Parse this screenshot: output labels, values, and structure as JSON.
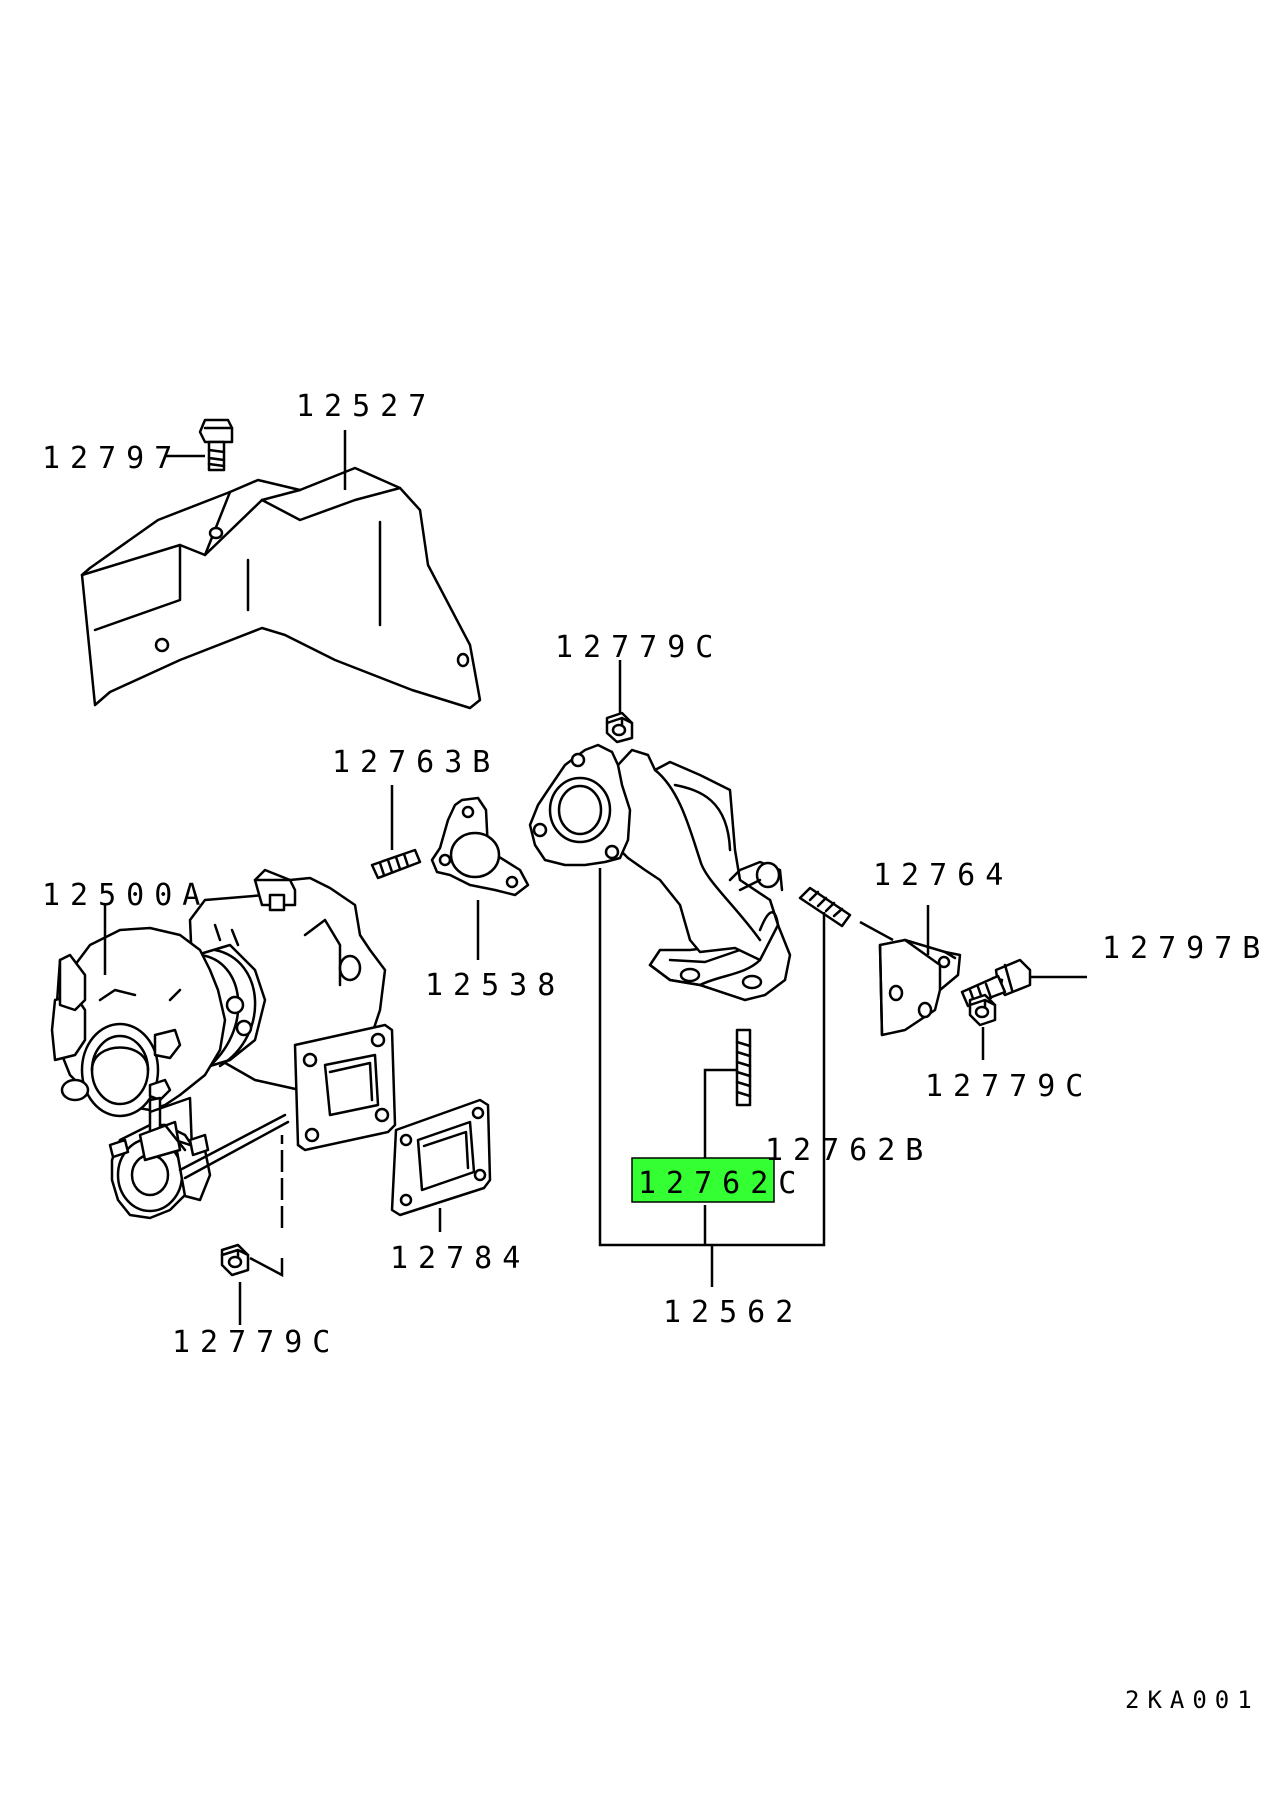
{
  "diagram": {
    "highlight_color": "#33ff33",
    "callouts": {
      "heat_shield": "12527",
      "shield_bolt": "12797",
      "turbocharger": "12500A",
      "stud_left": "12763B",
      "gasket_round": "12538",
      "gasket_square": "12784",
      "nut_bottom": "12779C",
      "nut_top": "12779C",
      "exhaust_elbow": "12562",
      "stud_highlighted": "12762C",
      "stud_right": "12762B",
      "bracket": "12764",
      "bracket_bolt": "12797B",
      "nut_right": "12779C"
    },
    "diagram_code": "2KA001"
  }
}
